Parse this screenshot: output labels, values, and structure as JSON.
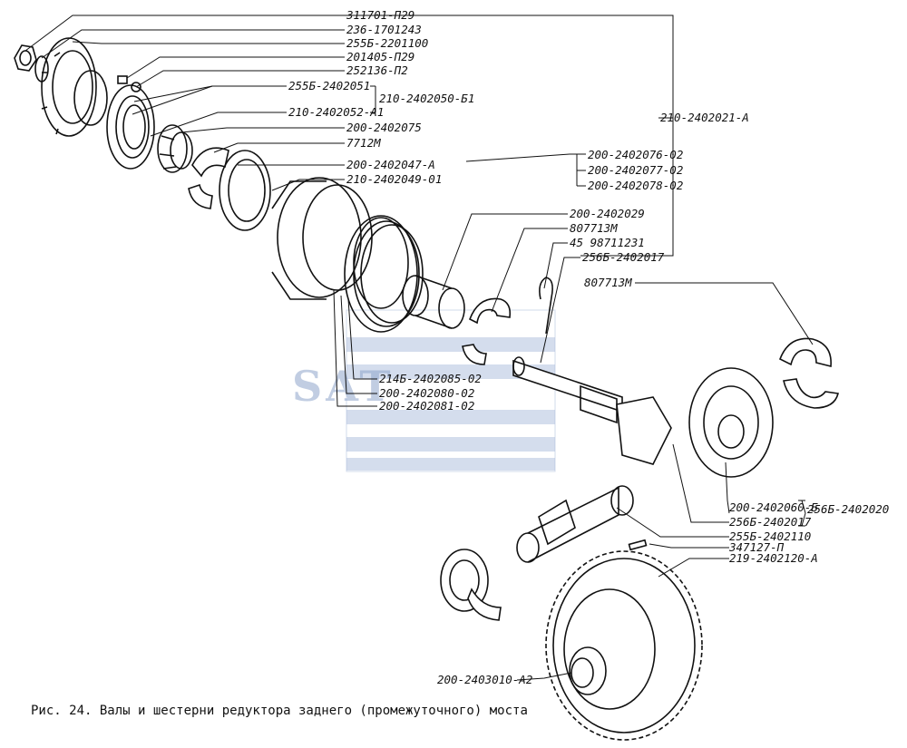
{
  "labels": {
    "l01": "311701-П29",
    "l02": "236-1701243",
    "l03": "255Б-2201100",
    "l04": "201405-П29",
    "l05": "252136-П2",
    "l06": "255Б-2402051",
    "l07": "210-2402050-Б1",
    "l08": "210-2402052-А1",
    "l09": "200-2402075",
    "l10": "7712М",
    "l11": "210-2402021-А",
    "l12": "200-2402076-02",
    "l13": "200-2402047-А",
    "l14": "200-2402077-02",
    "l15": "210-2402049-01",
    "l16": "200-2402078-02",
    "l17": "200-2402029",
    "l18": "807713М",
    "l19": "45 98711231",
    "l20": "256Б-2402017",
    "l21": "807713М",
    "l22": "214Б-2402085-02",
    "l23": "200-2402080-02",
    "l24": "200-2402081-02",
    "l25": "200-2402060-Б",
    "l26": "256Б-2402020",
    "l27": "256Б-2402017",
    "l28": "255Б-2402110",
    "l29": "347127-П",
    "l30": "219-2402120-А",
    "l31": "200-2403010-А2"
  },
  "caption": "Рис. 24. Валы и шестерни редуктора заднего (промежуточного) моста",
  "watermark": "SAT"
}
